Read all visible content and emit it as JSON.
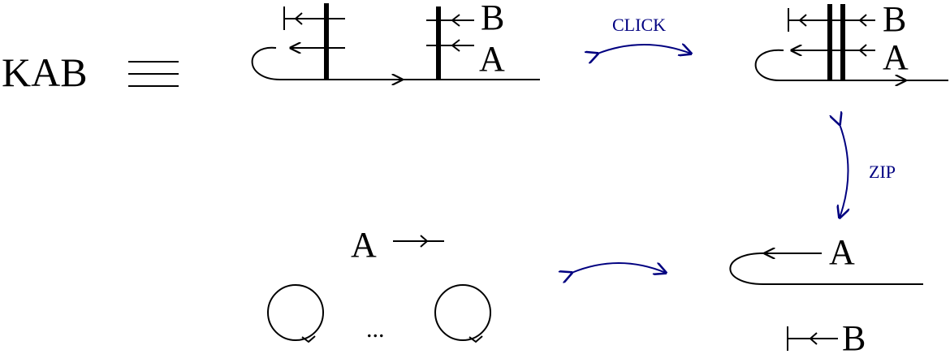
{
  "title": {
    "kab": "KAB"
  },
  "labels": {
    "b": "B",
    "a": "A"
  },
  "moves": {
    "click": "CLICK",
    "zip": "ZIP"
  },
  "ellipsis": "...",
  "colors": {
    "ink": "#000000",
    "move_arrow": "#000080"
  }
}
